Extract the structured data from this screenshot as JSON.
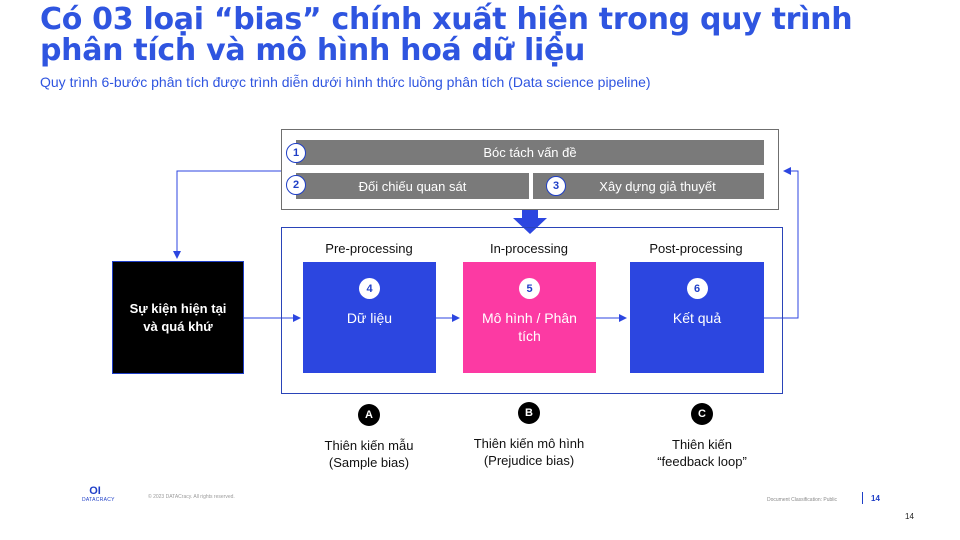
{
  "title": "Có 03 loại “bias” chính xuất hiện trong quy trình phân tích và mô hình hoá dữ liệu",
  "subtitle": "Quy trình 6-bước phân tích được trình diễn dưới hình thức luồng phân tích (Data science pipeline)",
  "steps": {
    "s1": {
      "num": "1",
      "label": "Bóc tách vấn đề"
    },
    "s2": {
      "num": "2",
      "label": "Đối chiếu quan sát"
    },
    "s3": {
      "num": "3",
      "label": "Xây dựng giả thuyết"
    }
  },
  "events_box": "Sự kiện hiện tại và quá khứ",
  "stages": {
    "pre": {
      "header": "Pre-processing",
      "num": "4",
      "label": "Dữ liệu",
      "color": "#2c46e0"
    },
    "in": {
      "header": "In-processing",
      "num": "5",
      "label": "Mô hình / Phân tích",
      "color": "#fc3aa3"
    },
    "post": {
      "header": "Post-processing",
      "num": "6",
      "label": "Kết quả",
      "color": "#2c46e0"
    }
  },
  "biases": {
    "a": {
      "letter": "A",
      "line1": "Thiên kiến mẫu",
      "line2": "(Sample bias)"
    },
    "b": {
      "letter": "B",
      "line1": "Thiên kiến mô hình",
      "line2": "(Prejudice bias)"
    },
    "c": {
      "letter": "C",
      "line1": "Thiên kiến",
      "line2": "“feedback loop”"
    }
  },
  "footer": {
    "logo_mark": "OI",
    "logo_text": "DATACRACY",
    "copyright": "© 2023 DATACracy. All rights reserved.",
    "classification": "Document Classification: Public",
    "page": "14"
  },
  "slide_number": "14",
  "colors": {
    "brand_blue": "#2f55e0",
    "stage_blue": "#2c46e0",
    "magenta": "#fc3aa3",
    "grey": "#7a7a7a",
    "arrow_blue": "#2c46e0"
  }
}
